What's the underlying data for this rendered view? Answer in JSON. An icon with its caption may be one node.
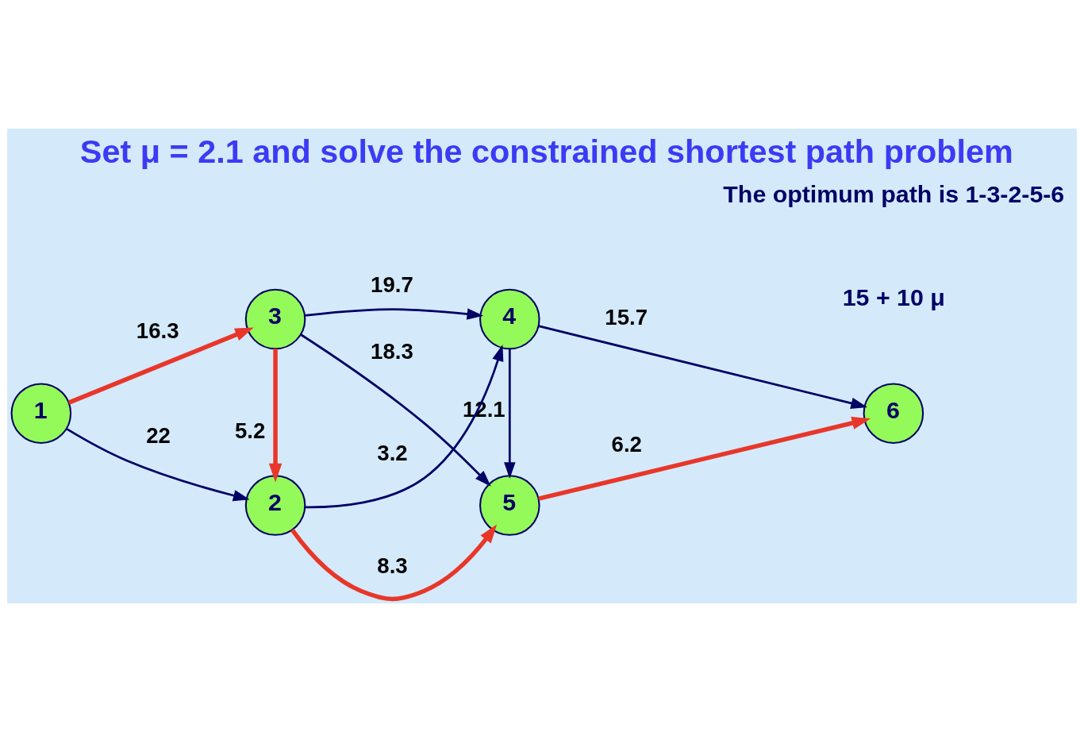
{
  "diagram": {
    "title": "Set μ = 2.1 and solve the constrained shortest path problem",
    "nodes": [
      {
        "text": [
          "1"
        ]
      },
      {
        "text": [
          "2"
        ]
      },
      {
        "text": [
          "3"
        ]
      },
      {
        "text": [
          "4"
        ]
      },
      {
        "text": [
          "5"
        ]
      },
      {
        "text": [
          "6"
        ]
      }
    ],
    "edges": [
      {
        "from": 0,
        "to": 1,
        "arrow": "to",
        "label": "22"
      },
      {
        "from": 0,
        "to": 2,
        "arrow": "to",
        "label": "16.3",
        "style": "thick",
        "color": "#e8372a"
      },
      {
        "from": 2,
        "to": 1,
        "arrow": "to",
        "label": "5.2",
        "style": "thick",
        "color": "#e8372a"
      },
      {
        "from": 1,
        "to": 3,
        "arrow": "to",
        "label": "3.2"
      },
      {
        "from": 1,
        "to": 4,
        "arrow": "to",
        "label": "8.3",
        "style": "thick",
        "color": "#e8372a"
      },
      {
        "from": 2,
        "to": 3,
        "arrow": "to",
        "label": "19.7"
      },
      {
        "from": 2,
        "to": 4,
        "arrow": "to",
        "label": "18.3"
      },
      {
        "from": 3,
        "to": 4,
        "arrow": "to",
        "label": "12.1"
      },
      {
        "from": 3,
        "to": 5,
        "arrow": "to",
        "label": "15.7"
      },
      {
        "from": 4,
        "to": 5,
        "arrow": "to",
        "label": "6.2",
        "style": "thick",
        "color": "#e8372a"
      }
    ],
    "labels": [
      "The optimum path is 1-3-2-5-6",
      "15 + 10 μ"
    ]
  }
}
